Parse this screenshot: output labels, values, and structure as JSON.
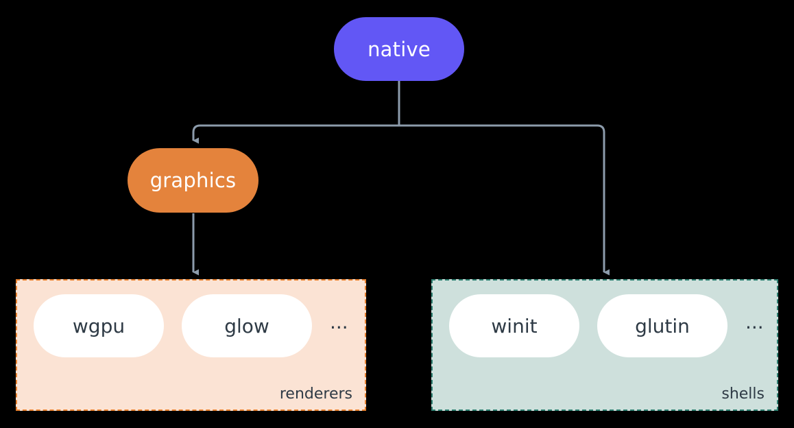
{
  "diagram": {
    "title": "native",
    "background_color": "#000000",
    "nodes": [
      {
        "id": "native",
        "label": "native",
        "color": "#6257F5",
        "text_color": "#ffffff"
      },
      {
        "id": "graphics",
        "label": "graphics",
        "color": "#E4833C",
        "text_color": "#ffffff"
      }
    ],
    "groups": [
      {
        "id": "renderers",
        "label": "renderers",
        "fill": "#FBE3D4",
        "border_color": "#E8812F",
        "border_style": "dashed",
        "items": [
          "wgpu",
          "glow"
        ],
        "overflow": "..."
      },
      {
        "id": "shells",
        "label": "shells",
        "fill": "#CEE0DC",
        "border_color": "#2E8072",
        "border_style": "dashed",
        "items": [
          "winit",
          "glutin"
        ],
        "overflow": "..."
      }
    ],
    "edges": [
      {
        "from": "native",
        "to": "graphics",
        "arrow": "down",
        "color": "#8C9BAB"
      },
      {
        "from": "native",
        "to": "shells",
        "arrow": "down",
        "color": "#8C9BAB"
      },
      {
        "from": "graphics",
        "to": "renderers",
        "arrow": "down",
        "color": "#8C9BAB"
      }
    ],
    "edge_color": "#8C9BAB"
  }
}
